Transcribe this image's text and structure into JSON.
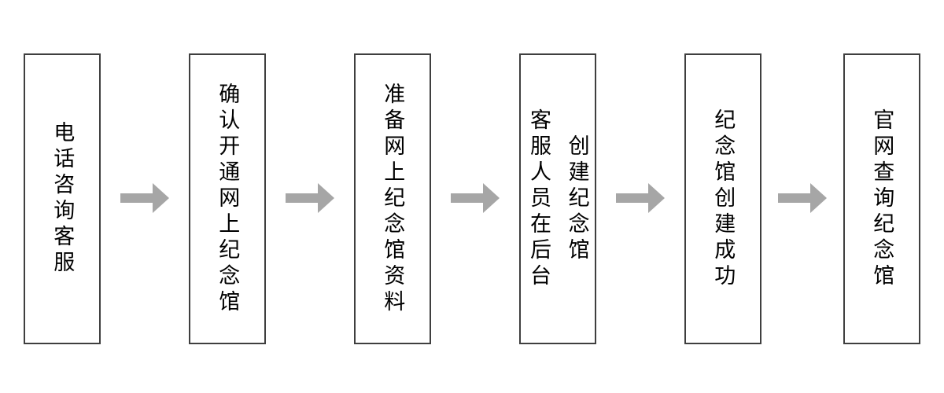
{
  "colors": {
    "background": "#ffffff",
    "box_border": "#3f3f3f",
    "box_fill": "#ffffff",
    "arrow": "#a6a6a6",
    "text": "#000000"
  },
  "flowchart": {
    "type": "horizontal-process-flow",
    "step_count": 6,
    "arrow_count": 5,
    "steps": [
      {
        "label": "电话咨询客服",
        "lines": [
          "电话咨询客服"
        ]
      },
      {
        "label": "确认开通网上纪念馆",
        "lines": [
          "确认开通网上纪念馆"
        ]
      },
      {
        "label": "准备网上纪念馆资料",
        "lines": [
          "准备网上纪念馆资料"
        ]
      },
      {
        "label": "客服人员在后台创建纪念馆",
        "lines": [
          "客服人员在后台",
          "创建纪念馆"
        ]
      },
      {
        "label": "纪念馆创建成功",
        "lines": [
          "纪念馆创建成功"
        ]
      },
      {
        "label": "官网查询纪念馆",
        "lines": [
          "官网查询纪念馆"
        ]
      }
    ]
  }
}
